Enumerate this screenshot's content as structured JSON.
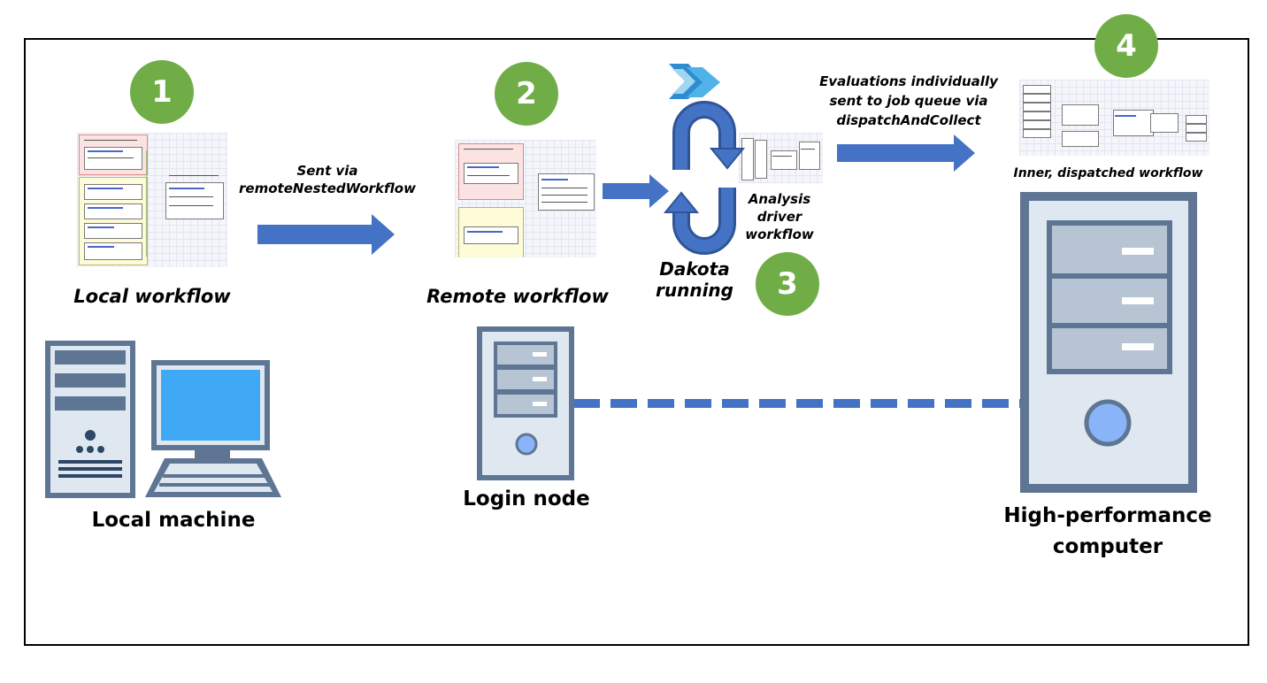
{
  "colors": {
    "arrow": "#4472c4",
    "badge": "#70ad47",
    "hardware_outline": "#5f7594",
    "hardware_fill": "#dfe8f0",
    "screen": "#3fa9f5",
    "drive": "#b6c4d4",
    "power_button": "#8ab4f8"
  },
  "steps": [
    "1",
    "2",
    "3",
    "4"
  ],
  "labels": {
    "local_workflow": "Local workflow",
    "remote_workflow": "Remote workflow",
    "sent_via_line1": "Sent via",
    "sent_via_line2": "remoteNestedWorkflow",
    "dakota_line1": "Dakota",
    "dakota_line2": "running",
    "analysis_line1": "Analysis",
    "analysis_line2": "driver",
    "analysis_line3": "workflow",
    "evaluations_line1": "Evaluations individually",
    "evaluations_line2": "sent to job queue via",
    "evaluations_line3": "dispatchAndCollect",
    "inner_workflow": "Inner, dispatched workflow",
    "local_machine": "Local machine",
    "login_node": "Login node",
    "hpc_line1": "High-performance",
    "hpc_line2": "computer"
  },
  "icons": {
    "local_machine": "desktop-computer-icon",
    "login_node": "server-tower-icon",
    "hpc": "server-tower-icon",
    "dakota_logo": "dakota-chevron-logo-icon",
    "dakota_loop": "circular-loop-arrow-icon"
  },
  "connection": "dashed-line"
}
